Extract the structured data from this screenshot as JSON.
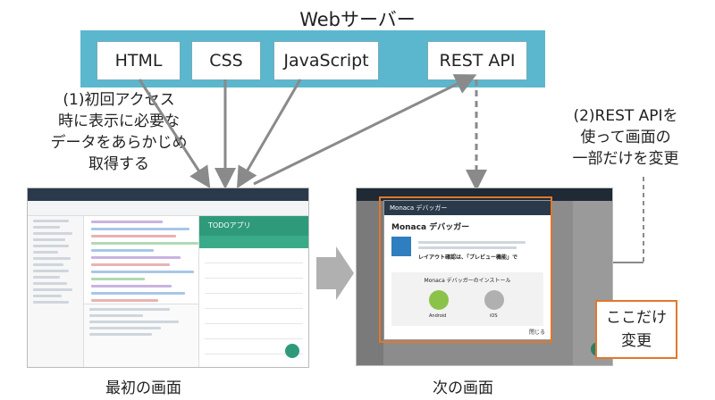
{
  "title": "Webサーバー",
  "technologies": [
    "HTML",
    "CSS",
    "JavaScript",
    "REST API"
  ],
  "note_left": [
    "(1)初回アクセス",
    "時に表示に必要な",
    "データをあらかじめ",
    "取得する"
  ],
  "note_right": [
    "(2)REST APIを",
    "使って画面の",
    "一部だけを変更"
  ],
  "caption_first": "最初の画面",
  "caption_next": "次の画面",
  "callout": [
    "ここだけ",
    "変更"
  ],
  "screens": {
    "preview_title": "TODOアプリ",
    "dialog_title": "Monaca デバッガー",
    "dialog_heading": "レイアウト確認は、「プレビュー機能」で",
    "dialog_install": "Monaca デバッガーのインストール",
    "os_android": "Android",
    "os_ios": "iOS",
    "close_label": "閉じる"
  },
  "colors": {
    "server": "#5bb7cd",
    "accent": "#e0782d",
    "arrow": "#8a8a8a",
    "app": "#2f9a7a"
  }
}
